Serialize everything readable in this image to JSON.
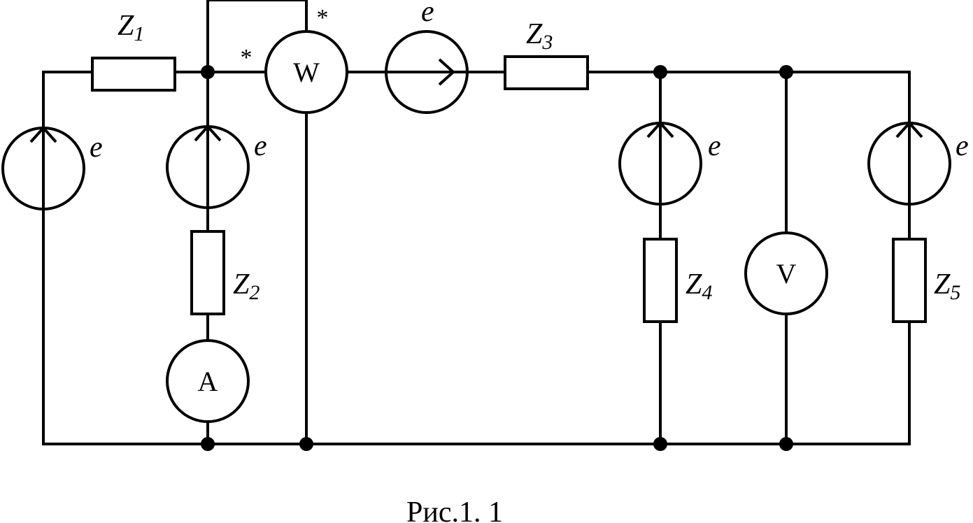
{
  "labels": {
    "z1": {
      "main": "Z",
      "sub": "1"
    },
    "z2": {
      "main": "Z",
      "sub": "2"
    },
    "z3": {
      "main": "Z",
      "sub": "3"
    },
    "z4": {
      "main": "Z",
      "sub": "4"
    },
    "z5": {
      "main": "Z",
      "sub": "5"
    },
    "emf": "e",
    "wattmeter": "W",
    "ammeter": "A",
    "voltmeter": "V",
    "star": "*"
  },
  "caption": "Рис.1. 1"
}
